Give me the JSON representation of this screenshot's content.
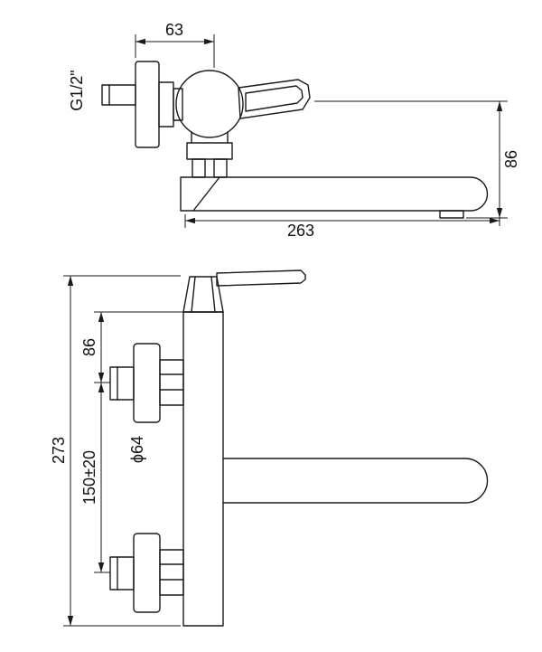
{
  "title": "Wall-mounted single-lever mixer - dimensional technical drawing",
  "colors": {
    "line": "#1a1a1a",
    "background": "#ffffff"
  },
  "top_view": {
    "dim_horizontal_offset": "63",
    "thread_label": "G1/2\"",
    "dim_spout_drop": "86",
    "dim_spout_reach": "263"
  },
  "front_view": {
    "dim_body_top_to_inlet": "86",
    "dim_overall_height": "273",
    "dim_inlet_spacing": "150±20",
    "dim_flange_diameter": "ϕ64"
  }
}
